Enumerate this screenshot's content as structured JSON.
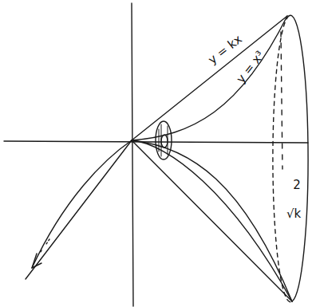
{
  "diagram": {
    "labels": [
      "y = kx",
      "y = x³",
      "2",
      "√k"
    ]
  }
}
